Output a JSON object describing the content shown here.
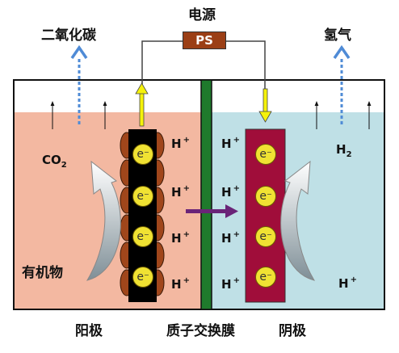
{
  "title": {
    "power_source": "电源",
    "ps_label": "PS"
  },
  "gases": {
    "left": "二氧化碳",
    "right": "氢气"
  },
  "species": {
    "co2": "CO",
    "co2_sub": "2",
    "h2": "H",
    "h2_sub": "2",
    "organic": "有机物",
    "proton": "H",
    "proton_charge": "+",
    "electron": "e",
    "electron_charge": "−"
  },
  "bottom_labels": {
    "anode": "阳极",
    "membrane": "质子交换膜",
    "cathode": "阴极"
  },
  "colors": {
    "anode_solution": "#f3b8a1",
    "cathode_solution": "#bfe0e6",
    "membrane": "#1f7a2c",
    "anode_electrode": "#000000",
    "anode_bacteria": "#a0461b",
    "cathode_electrode": "#a00d3a",
    "electron_ball": "#f0e233",
    "proton_arrow": "#6a2478",
    "gas_arrow": "#4f8bd6",
    "current_arrow": "#f5f20a"
  }
}
